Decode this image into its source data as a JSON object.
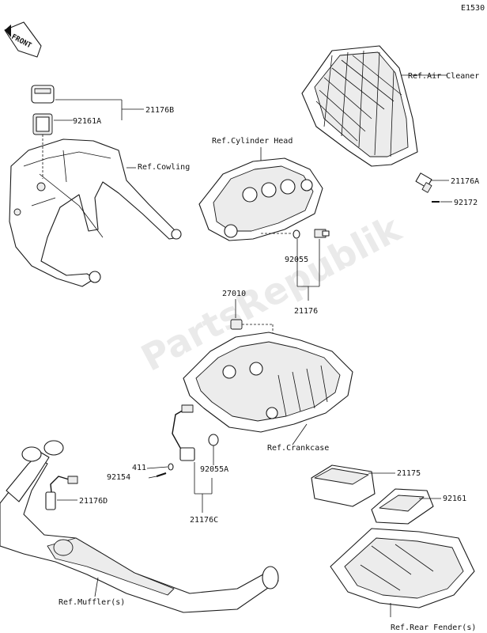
{
  "diagram_code": "E1530",
  "front_marker": "FRONT",
  "watermark": "PartsRepublik",
  "refs": {
    "air_cleaner": "Ref.Air Cleaner",
    "cylinder_head": "Ref.Cylinder Head",
    "cowling": "Ref.Cowling",
    "crankcase": "Ref.Crankcase",
    "muffler": "Ref.Muffler(s)",
    "rear_fender": "Ref.Rear Fender(s)"
  },
  "parts": {
    "p21176B": "21176B",
    "p92161A": "92161A",
    "p21176A": "21176A",
    "p92172": "92172",
    "p92055": "92055",
    "p21176": "21176",
    "p27010": "27010",
    "p411": "411",
    "p92154": "92154",
    "p92055A": "92055A",
    "p21176D": "21176D",
    "p21176C": "21176C",
    "p21175": "21175",
    "p92161": "92161"
  }
}
